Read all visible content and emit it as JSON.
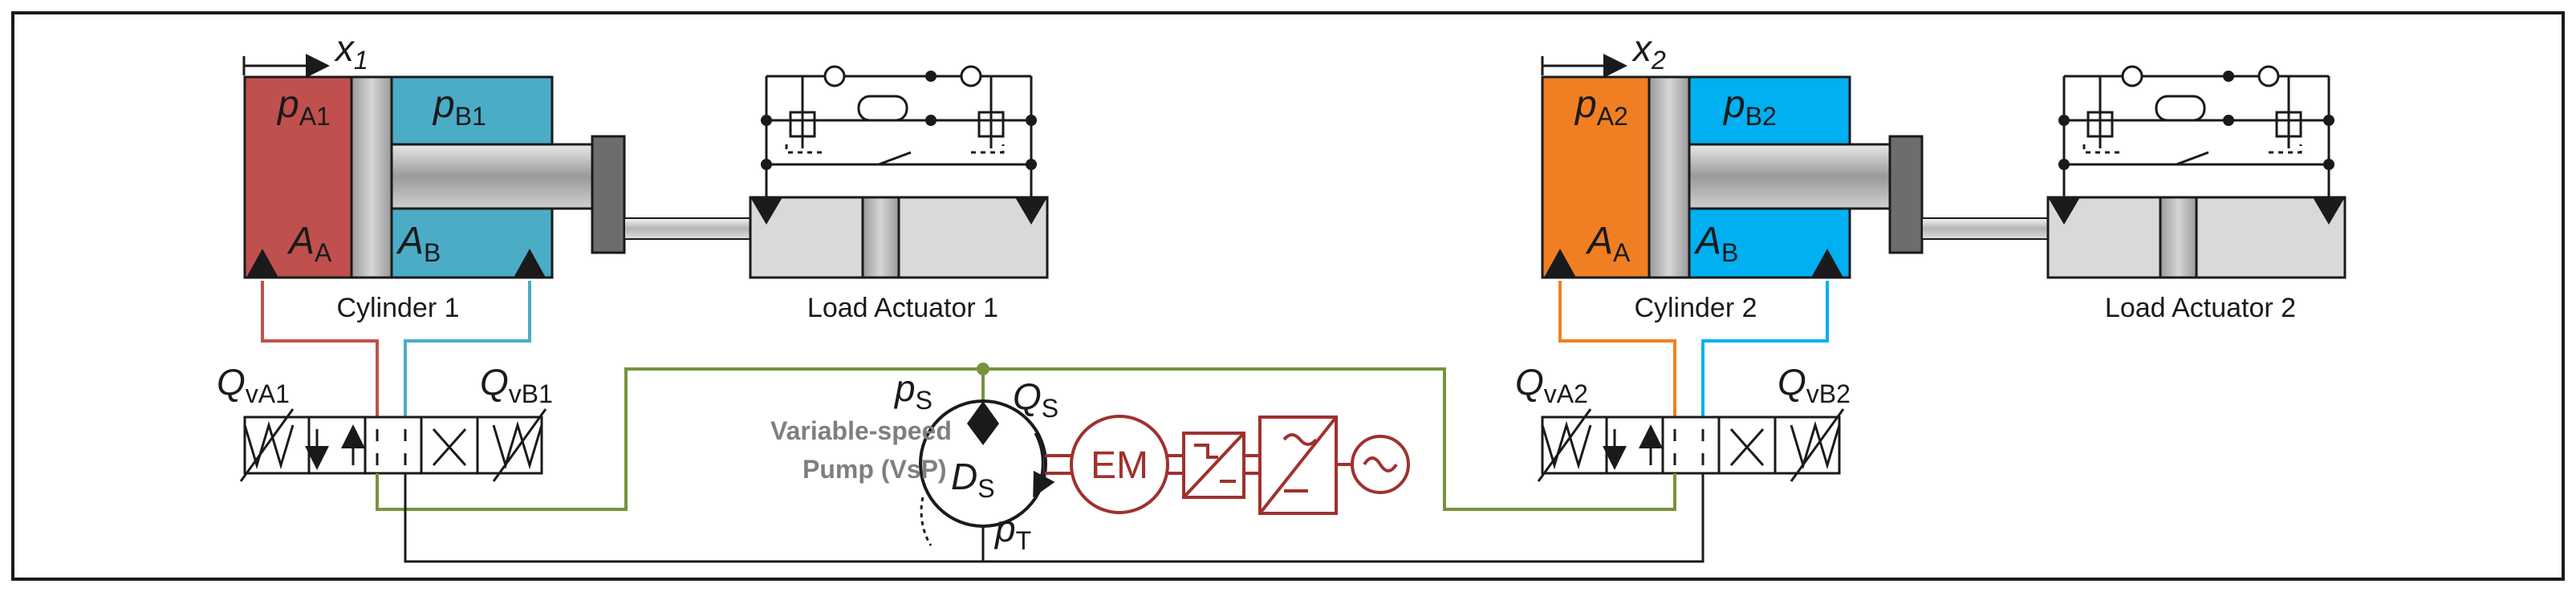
{
  "cyl1": {
    "pos_label": "x",
    "pos_sub": "1",
    "pA_label": "p",
    "pA_sub": "A1",
    "pB_label": "p",
    "pB_sub": "B1",
    "areaA_label": "A",
    "areaA_sub": "A",
    "areaB_label": "A",
    "areaB_sub": "B",
    "name": "Cylinder 1",
    "chamberA_color": "#c0504d",
    "chamberB_color": "#4bacc6"
  },
  "cyl2": {
    "pos_label": "x",
    "pos_sub": "2",
    "pA_label": "p",
    "pA_sub": "A2",
    "pB_label": "p",
    "pB_sub": "B2",
    "areaA_label": "A",
    "areaA_sub": "A",
    "areaB_label": "A",
    "areaB_sub": "B",
    "name": "Cylinder 2",
    "chamberA_color": "#f07f23",
    "chamberB_color": "#00b0f0"
  },
  "load1": {
    "name": "Load Actuator 1"
  },
  "load2": {
    "name": "Load Actuator 2"
  },
  "valve1": {
    "qA_label": "Q",
    "qA_sub": "vA1",
    "qB_label": "Q",
    "qB_sub": "vB1"
  },
  "valve2": {
    "qA_label": "Q",
    "qA_sub": "vA2",
    "qB_label": "Q",
    "qB_sub": "vB2"
  },
  "pump": {
    "title_line1": "Variable-speed",
    "title_line2": "Pump (VsP)",
    "ps_label": "p",
    "ps_sub": "S",
    "qs_label": "Q",
    "qs_sub": "S",
    "ds_label": "D",
    "ds_sub": "S",
    "pt_label": "p",
    "pt_sub": "T",
    "motor_label": "EM"
  },
  "colors": {
    "supply_line": "#77933c",
    "drive": "#a0312d",
    "rod": "#7f7f7f",
    "load_fill": "#d9d9d9"
  }
}
